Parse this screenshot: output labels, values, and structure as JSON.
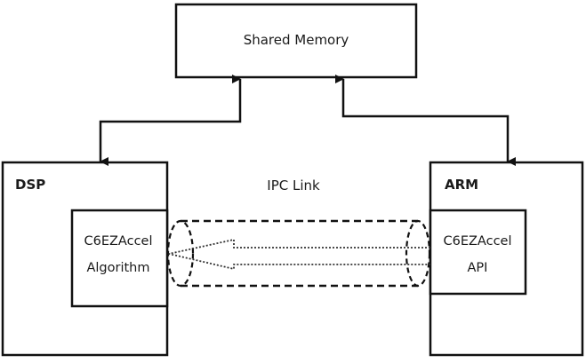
{
  "diagram": {
    "title": "DSP / ARM shared memory and IPC architecture",
    "nodes": {
      "shared_memory": {
        "label": "Shared Memory"
      },
      "dsp": {
        "label": "DSP",
        "inner": {
          "line1": "C6EZAccel",
          "line2": "Algorithm"
        }
      },
      "arm": {
        "label": "ARM",
        "inner": {
          "line1": "C6EZAccel",
          "line2": "API"
        }
      }
    },
    "links": {
      "ipc": {
        "label": "IPC Link",
        "direction": "ARM to DSP"
      },
      "dsp_shared": {
        "from": "DSP",
        "to": "Shared Memory",
        "bidirectional": true
      },
      "arm_shared": {
        "from": "ARM",
        "to": "Shared Memory",
        "bidirectional": true
      }
    },
    "colors": {
      "stroke": "#111111",
      "background": "#ffffff",
      "text": "#1a1a1a"
    }
  }
}
